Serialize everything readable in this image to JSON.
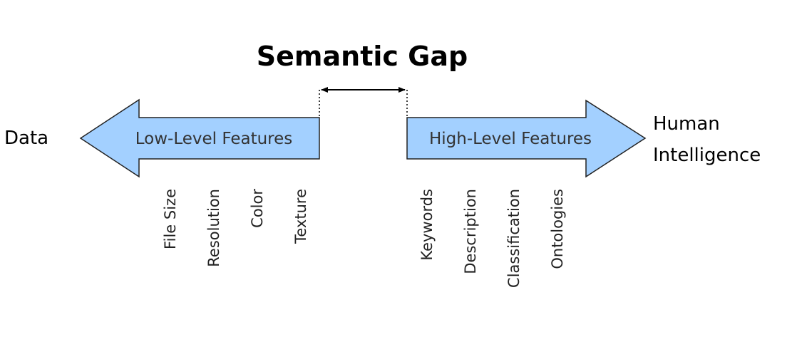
{
  "title": "Semantic Gap",
  "left_endpoint": "Data",
  "right_endpoint": {
    "line1": "Human",
    "line2": "Intelligence"
  },
  "low_level": {
    "label": "Low-Level Features",
    "features": [
      "File Size",
      "Resolution",
      "Color",
      "Texture"
    ]
  },
  "high_level": {
    "label": "High-Level Features",
    "features": [
      "Keywords",
      "Description",
      "Classification",
      "Ontologies"
    ]
  },
  "colors": {
    "arrow_fill": "#a3d0ff",
    "arrow_stroke": "#222222"
  }
}
